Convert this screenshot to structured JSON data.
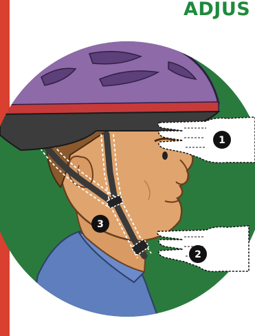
{
  "title": "ADJUS",
  "callouts": [
    {
      "number": "1"
    },
    {
      "number": "2"
    },
    {
      "number": "3"
    }
  ],
  "colors": {
    "accent_bar": "#d9402f",
    "title": "#1f8a3c",
    "background_circle": "#2a7a3e",
    "helmet": "#8e6aa8",
    "helmet_stripe": "#c73a3a",
    "skin": "#e0a56e",
    "hair": "#8a5a2e",
    "shirt": "#5e7ebd",
    "strap": "#3a3a3a",
    "callout_badge": "#111111"
  },
  "icons": [
    "hand-icon",
    "hand-icon",
    "callout-badge-icon"
  ]
}
